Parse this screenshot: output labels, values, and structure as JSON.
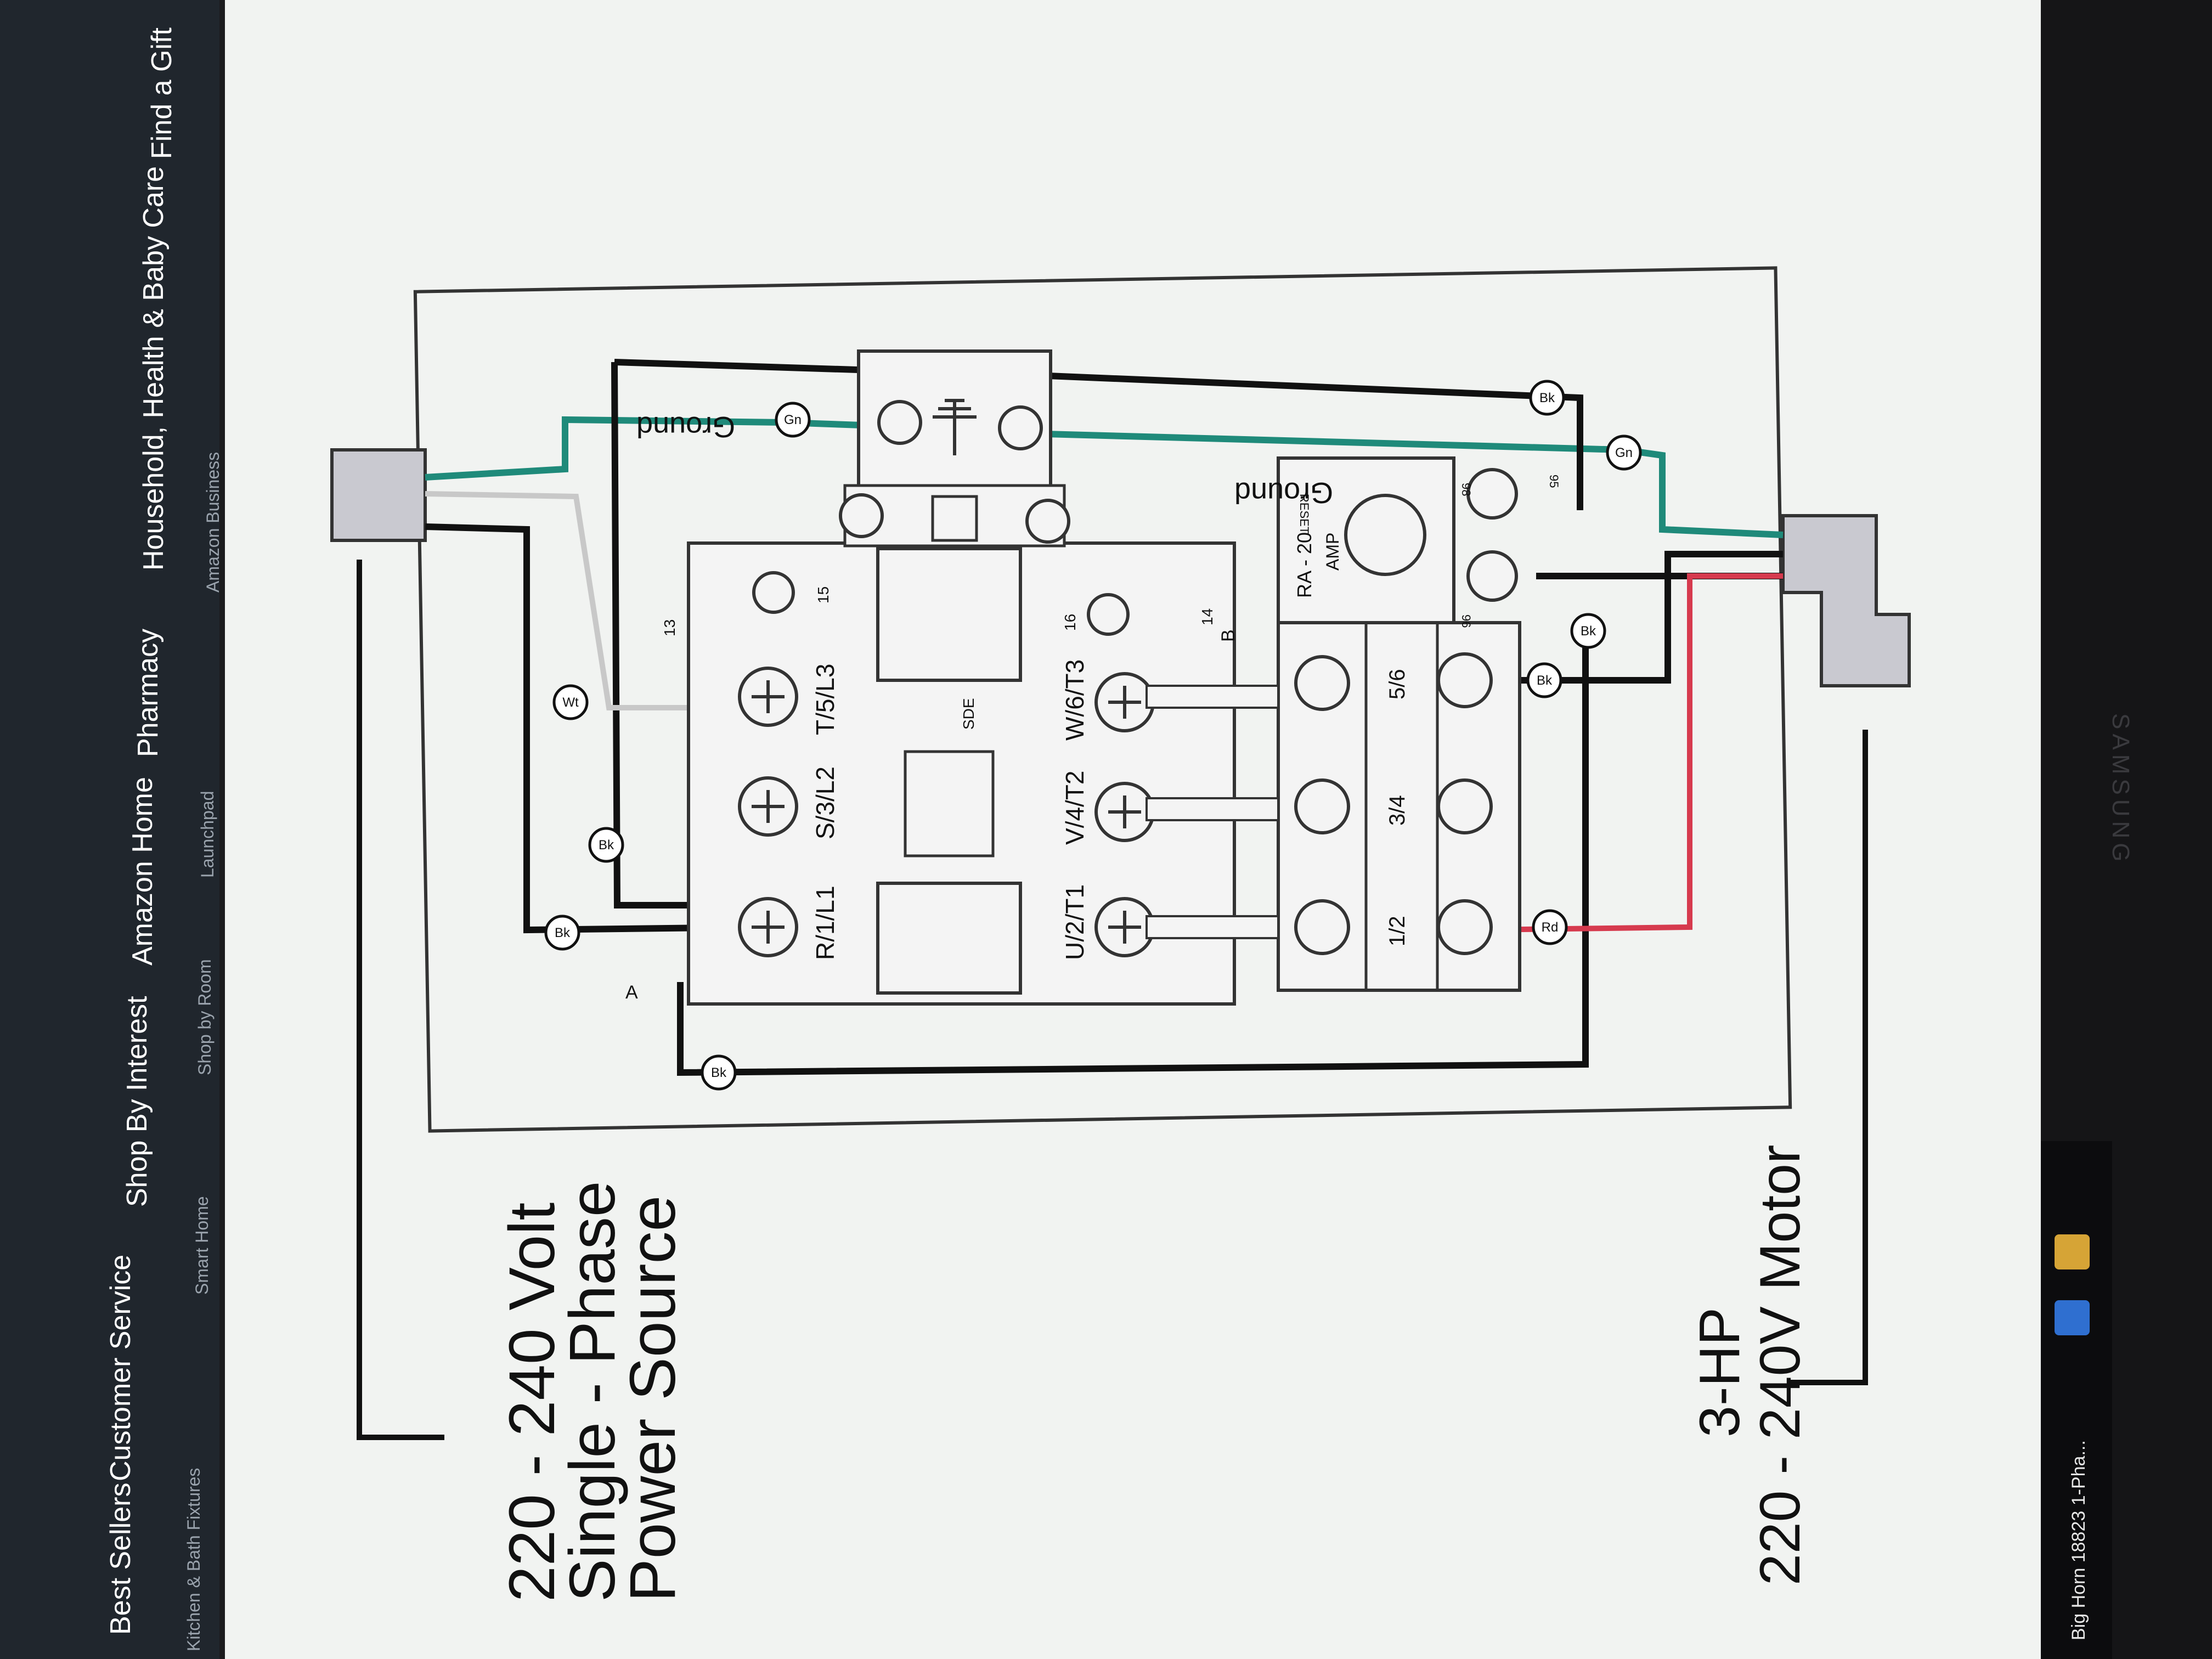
{
  "browser_nav": {
    "items": [
      "Best Sellers",
      "Customer Service",
      "Shop By Interest",
      "Amazon Home",
      "Pharmacy",
      "Household, Health & Baby Care",
      "Find a Gift"
    ],
    "subitems": [
      "Kitchen & Bath Fixtures",
      "Smart Home",
      "Shop by Room",
      "Launchpad",
      "Amazon Business"
    ]
  },
  "taskbar": {
    "item_label": "Big Horn 18823 1-Pha..."
  },
  "monitor_brand": "SAMSUNG",
  "diagram": {
    "source_label_lines": [
      "220 - 240 Volt",
      "Single - Phase",
      "Power Source"
    ],
    "motor_label_lines": [
      "3-HP",
      "220 - 240V Motor"
    ],
    "ground_label_top": "Ground",
    "ground_label_bottom": "Ground",
    "terminals_top": [
      "R/1/L1",
      "S/3/L2",
      "T/5/L3"
    ],
    "terminals_bottom": [
      "U/2/T1",
      "V/4/T2",
      "W/6/T3"
    ],
    "overload_terminals": [
      "1/2",
      "3/4",
      "5/6"
    ],
    "overload_model_lines": [
      "RA - 20",
      "AMP"
    ],
    "reset_label": "RESET",
    "aux_contacts": [
      "13",
      "14",
      "15",
      "16"
    ],
    "center_mark": "SDE",
    "wire_tags": {
      "black": "Bk",
      "white": "Wt",
      "green": "Gn",
      "red": "Rd"
    },
    "point_labels": [
      "A",
      "B"
    ],
    "overload_small": [
      "95",
      "96",
      "98"
    ],
    "colors": {
      "black_wire": "#111111",
      "green_wire": "#1f8a7a",
      "red_wire": "#d63a4e",
      "white_wire": "#c8c8c8",
      "panel_gray": "#c9c9d0"
    }
  }
}
